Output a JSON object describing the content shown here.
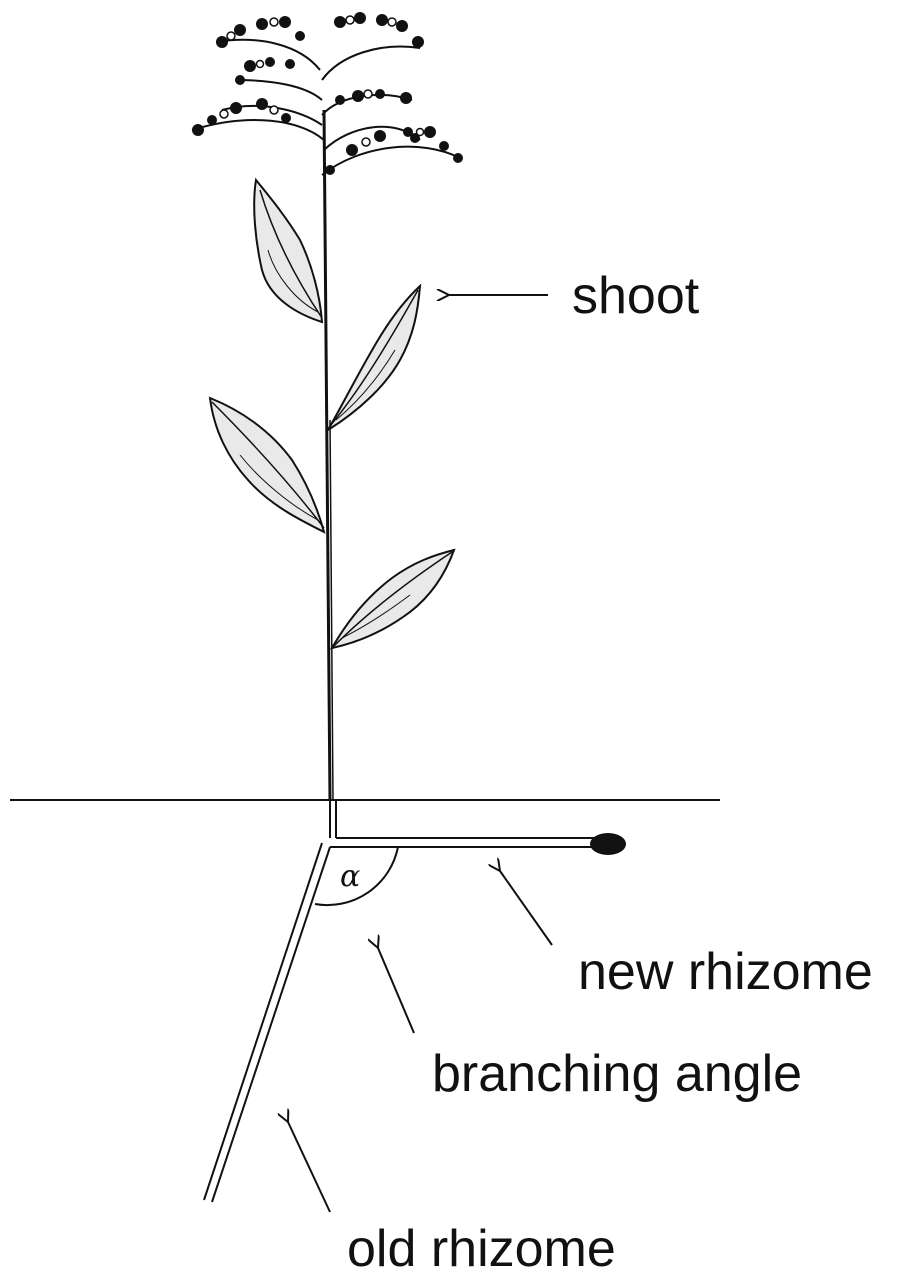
{
  "labels": {
    "shoot": "shoot",
    "new_rhizome": "new rhizome",
    "branching_angle": "branching angle",
    "old_rhizome": "old rhizome",
    "angle_symbol": "α"
  },
  "colors": {
    "ink": "#111111",
    "leaf_fill": "#e9e9e9",
    "background": "#ffffff"
  }
}
